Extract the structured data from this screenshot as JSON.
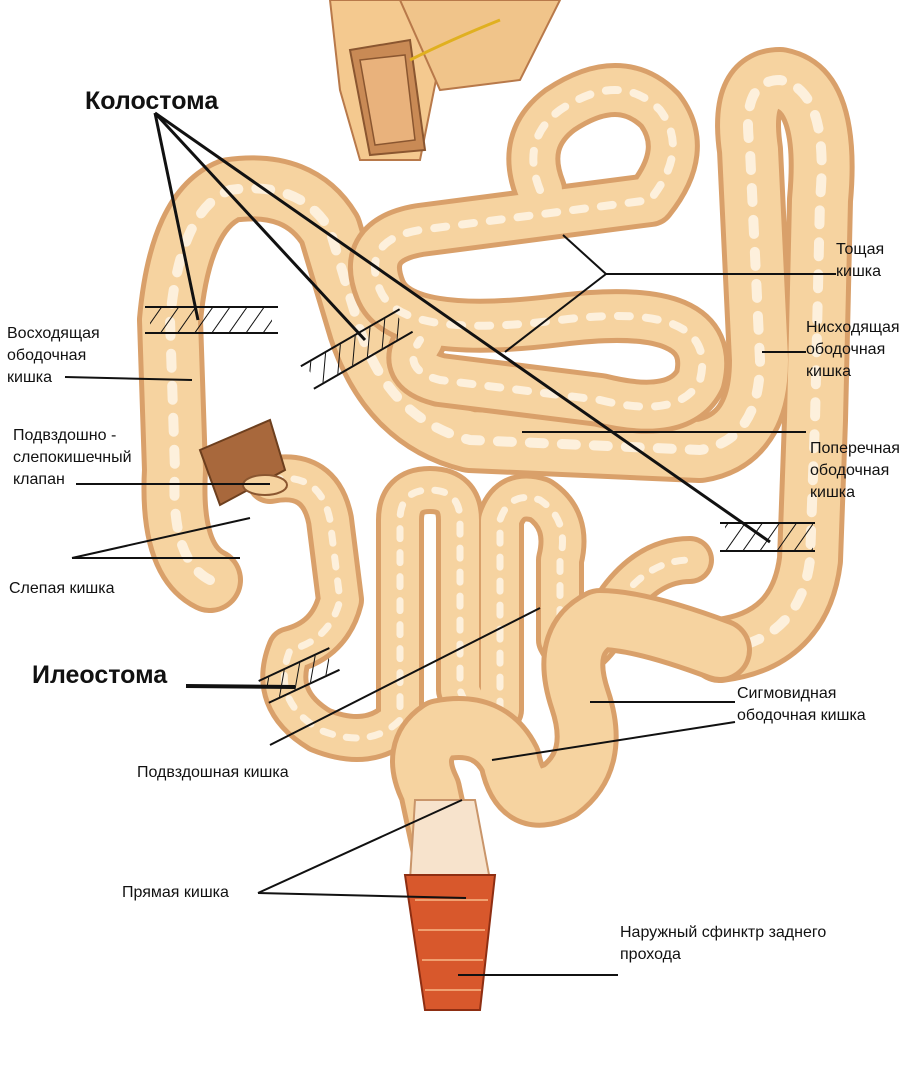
{
  "labels": {
    "colostomy": "Колостома",
    "ileostomy": "Илеостома",
    "jejunum": "Тощая\nкишка",
    "ascending_colon": "Восходящая\nободочная\nкишка",
    "descending_colon": "Нисходящая\nободочная\nкишка",
    "ileocecal_valve": "Подвздошно -\nслепокишечный\nклапан",
    "transverse_colon": "Поперечная\nободочная\nкишка",
    "cecum": "Слепая кишка",
    "sigmoid_colon": "Сигмовидная\nободочная кишка",
    "ileum": "Подвздошная кишка",
    "rectum": "Прямая кишка",
    "external_sphincter": "Наружный сфинктр заднего\nпрохода"
  },
  "colors": {
    "intestine_fill": "#f6d3a0",
    "intestine_shade": "#d9a06a",
    "intestine_highlight": "#fdf0dc",
    "sphincter": "#d8582c",
    "leader_line": "#111111"
  }
}
